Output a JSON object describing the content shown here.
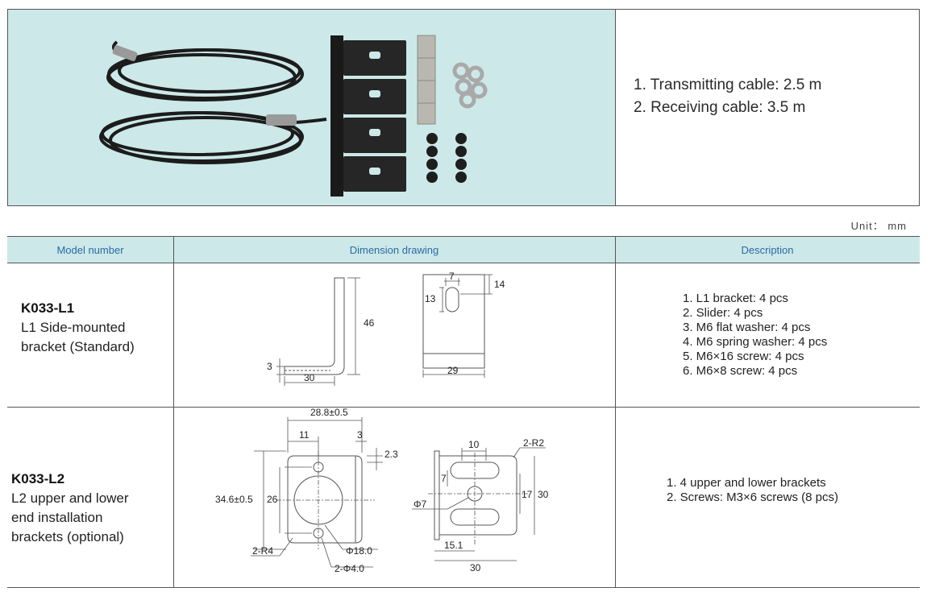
{
  "hero": {
    "lines": [
      "1. Transmitting cable: 2.5 m",
      "2. Receiving cable: 3.5 m"
    ]
  },
  "unit": "Unit： mm",
  "table": {
    "headers": [
      "Model number",
      "Dimension drawing",
      "Description"
    ],
    "rows": [
      {
        "code": "K033-L1",
        "name_lines": [
          "L1 Side-mounted",
          "bracket (Standard)"
        ],
        "desc": [
          "1. L1 bracket: 4 pcs",
          "2. Slider: 4 pcs",
          "3. M6 flat washer: 4 pcs",
          "4. M6 spring washer: 4 pcs",
          "5. M6×16 screw: 4 pcs",
          "6. M6×8 screw: 4 pcs"
        ],
        "dims": {
          "a": "46",
          "b": "3",
          "c": "30",
          "d": "7",
          "e": "13",
          "f": "14",
          "g": "29"
        }
      },
      {
        "code": "K033-L2",
        "name_lines": [
          "L2 upper and lower",
          "end installation",
          "brackets (optional)"
        ],
        "desc": [
          "1. 4 upper and lower brackets",
          "2. Screws: M3×6 screws (8 pcs)"
        ],
        "dims": {
          "a": "28.8±0.5",
          "b": "11",
          "c": "3",
          "d": "2.3",
          "e": "34.6±0.5",
          "f": "26",
          "g": "2-R4",
          "h": "Φ18.0",
          "i": "2-Φ4.0",
          "j": "10",
          "k": "2-R2",
          "l": "7",
          "m": "Φ7",
          "n": "17",
          "o": "30",
          "p": "15.1",
          "q": "30"
        }
      }
    ]
  },
  "colors": {
    "accent_bg": "#cde8e8",
    "header_text": "#2a6aa6",
    "border": "#555555"
  }
}
